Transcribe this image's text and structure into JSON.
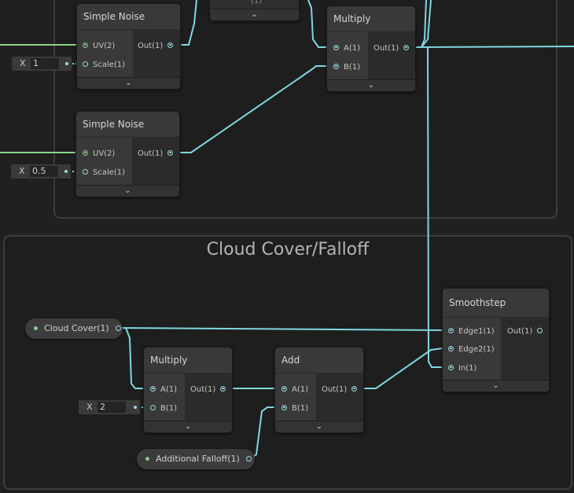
{
  "groups": {
    "cloud_cover": {
      "title": "Cloud Cover/Falloff"
    }
  },
  "nodes": {
    "top_stub": {
      "label": "(1)"
    },
    "simple_noise_1": {
      "title": "Simple Noise",
      "inputs": [
        "UV(2)",
        "Scale(1)"
      ],
      "output": "Out(1)"
    },
    "simple_noise_2": {
      "title": "Simple Noise",
      "inputs": [
        "UV(2)",
        "Scale(1)"
      ],
      "output": "Out(1)"
    },
    "multiply_top": {
      "title": "Multiply",
      "inputs": [
        "A(1)",
        "B(1)"
      ],
      "output": "Out(1)"
    },
    "multiply_bottom": {
      "title": "Multiply",
      "inputs": [
        "A(1)",
        "B(1)"
      ],
      "output": "Out(1)"
    },
    "add": {
      "title": "Add",
      "inputs": [
        "A(1)",
        "B(1)"
      ],
      "output": "Out(1)"
    },
    "smoothstep": {
      "title": "Smoothstep",
      "inputs": [
        "Edge1(1)",
        "Edge2(1)",
        "In(1)"
      ],
      "output": "Out(1)"
    }
  },
  "properties": {
    "cloud_cover": "Cloud Cover(1)",
    "additional_falloff": "Additional Falloff(1)"
  },
  "fields": {
    "scale_1": {
      "axis": "X",
      "value": "1"
    },
    "scale_2": {
      "axis": "X",
      "value": "0.5"
    },
    "mult_b": {
      "axis": "X",
      "value": "2"
    }
  },
  "colors": {
    "wire_float": "#7fd8df",
    "wire_vector2": "#8cd68a",
    "background": "#202020"
  }
}
